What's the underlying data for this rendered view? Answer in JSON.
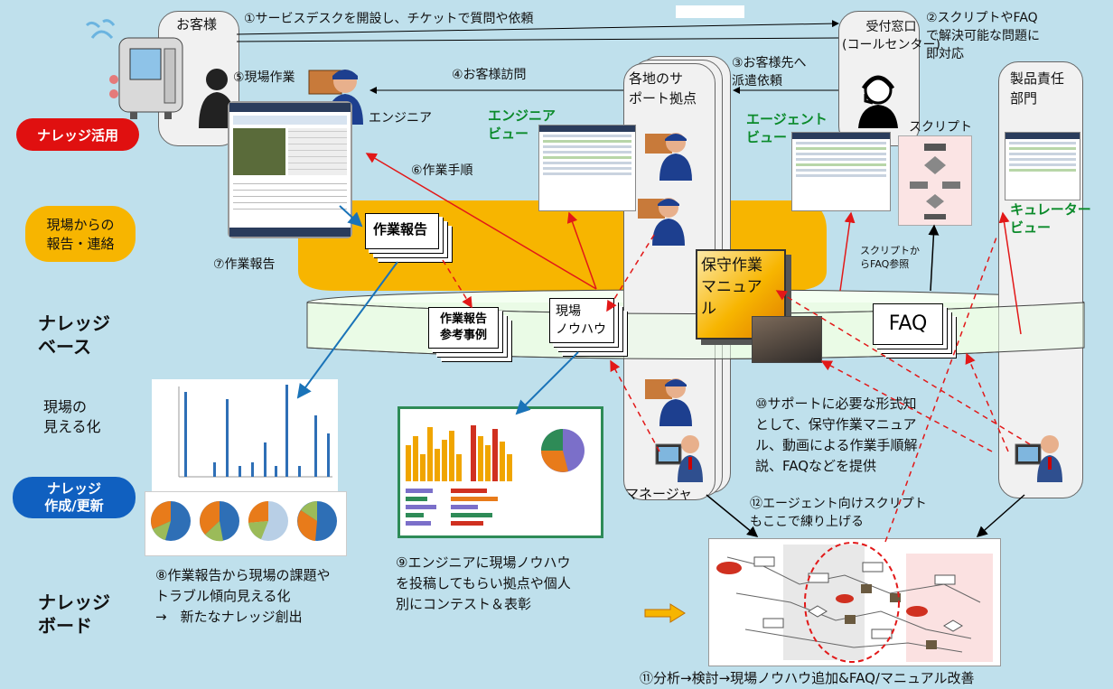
{
  "top_box_title": "",
  "sections": {
    "knowledge_use": "ナレッジ活用",
    "field_report": "現場からの\n報告・連絡",
    "knowledge_base": "ナレッジ\nベース",
    "visualization": "現場の\n見える化",
    "knowledge_create": "ナレッジ\n作成/更新",
    "knowledge_board": "ナレッジ\nボード"
  },
  "actors": {
    "customer": "お客様",
    "engineer": "エンジニア",
    "front_desk": "受付窓口\n(コールセンター)",
    "support_base": "各地のサ\nポート拠点",
    "product_owner": "製品責任\n部門",
    "manager": "マネージャ"
  },
  "steps": {
    "s1": "①サービスデスクを開設し、チケットで質問や依頼",
    "s2": "②スクリプトやFAQ\nで解決可能な問題に\n即対応",
    "s3": "③お客様先へ\n派遣依頼",
    "s4": "④お客様訪問",
    "s5": "⑤現場作業",
    "s6": "⑥作業手順",
    "s7": "⑦作業報告",
    "s8": "⑧作業報告から現場の課題や\nトラブル傾向見える化\n→　新たなナレッジ創出",
    "s9": "⑨エンジニアに現場ノウハウ\nを投稿してもらい拠点や個人\n別にコンテスト＆表彰",
    "s10": "⑩サポートに必要な形式知\nとして、保守作業マニュア\nル、動画による作業手順解\n説、FAQなどを提供",
    "s11": "⑪分析→検討→現場ノウハウ追加&FAQ/マニュアル改善",
    "s12": "⑫エージェント向けスクリプト\nもここで練り上げる"
  },
  "views": {
    "engineer_view": "エンジニア\nビュー",
    "agent_view": "エージェント\nビュー",
    "curator_view": "キュレーター\nビュー"
  },
  "docs": {
    "work_report": "作業報告",
    "report_examples": "作業報告\n参考事例",
    "field_knowhow": "現場\nノウハウ",
    "maintenance_manual": "保守作業\nマニュア\nル",
    "faq": "FAQ",
    "script": "スクリプト",
    "script_faq_ref": "スクリプトか\nらFAQ参照"
  },
  "colors": {
    "background": "#bfe0ec",
    "red_pill": "#e01010",
    "orange_pill": "#f7b500",
    "blue_pill": "#1060c0",
    "band": "#f7b500",
    "cylinder": "#eafbe6",
    "arrow_red": "#e21818",
    "arrow_blue": "#1a73b8"
  }
}
